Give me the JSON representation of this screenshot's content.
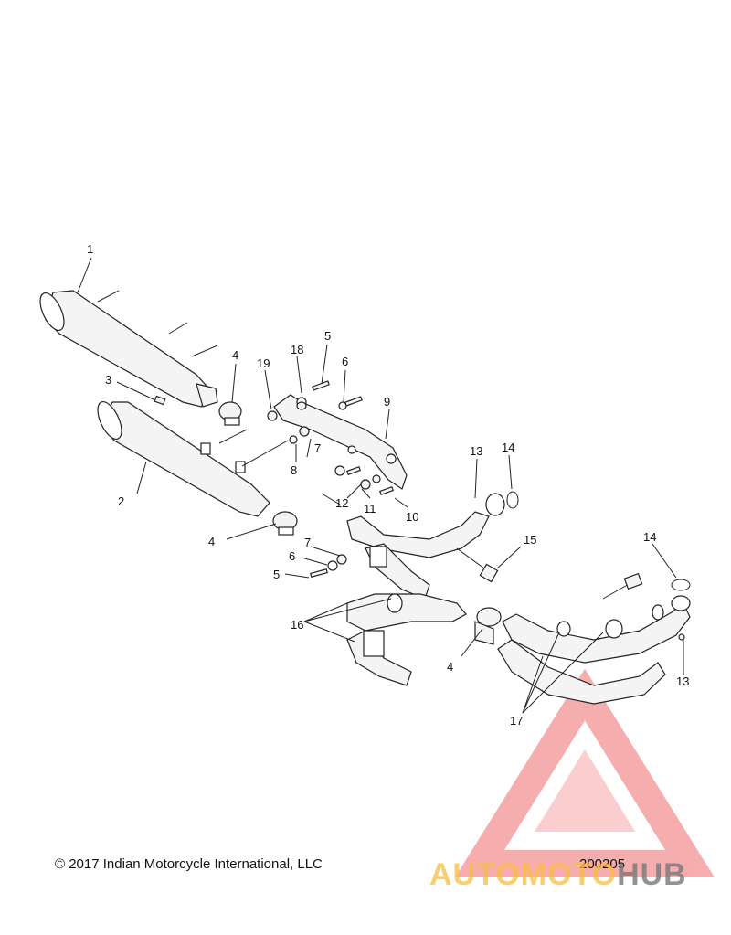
{
  "callouts": [
    {
      "id": "c1",
      "label": "1"
    },
    {
      "id": "c2",
      "label": "2"
    },
    {
      "id": "c3",
      "label": "3"
    },
    {
      "id": "c4a",
      "label": "4"
    },
    {
      "id": "c4b",
      "label": "4"
    },
    {
      "id": "c4c",
      "label": "4"
    },
    {
      "id": "c5a",
      "label": "5"
    },
    {
      "id": "c5b",
      "label": "5"
    },
    {
      "id": "c6a",
      "label": "6"
    },
    {
      "id": "c6b",
      "label": "6"
    },
    {
      "id": "c7a",
      "label": "7"
    },
    {
      "id": "c7b",
      "label": "7"
    },
    {
      "id": "c8",
      "label": "8"
    },
    {
      "id": "c9",
      "label": "9"
    },
    {
      "id": "c10",
      "label": "10"
    },
    {
      "id": "c11",
      "label": "11"
    },
    {
      "id": "c12",
      "label": "12"
    },
    {
      "id": "c13a",
      "label": "13"
    },
    {
      "id": "c13b",
      "label": "13"
    },
    {
      "id": "c14a",
      "label": "14"
    },
    {
      "id": "c14b",
      "label": "14"
    },
    {
      "id": "c15",
      "label": "15"
    },
    {
      "id": "c16",
      "label": "16"
    },
    {
      "id": "c17",
      "label": "17"
    },
    {
      "id": "c18",
      "label": "18"
    },
    {
      "id": "c19",
      "label": "19"
    }
  ],
  "footer": {
    "copyright": "© 2017 Indian Motorcycle International, LLC",
    "figure_number": "200205"
  },
  "watermark": {
    "text_part1": "AUTOMOTO",
    "text_part2": "HUB",
    "color_red": "#ef6b6b",
    "color_orange": "#f6b73c",
    "color_gray": "#7a7a7a"
  }
}
